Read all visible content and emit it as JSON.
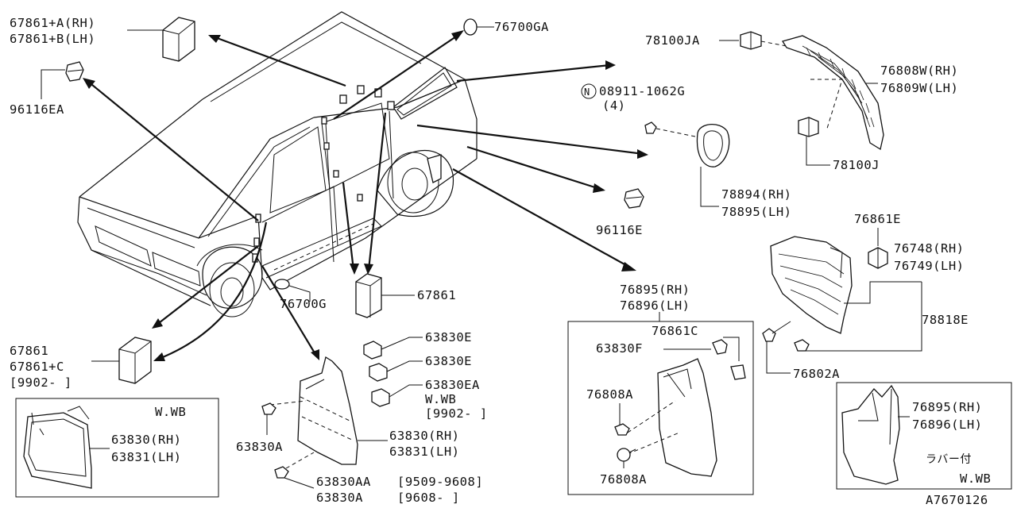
{
  "diagram_code": "A7670126",
  "labels": {
    "l67861a": "67861+A(RH)",
    "l67861b": "67861+B(LH)",
    "l96116ea": "96116EA",
    "l76700ga": "76700GA",
    "l78100ja": "78100JA",
    "l76808w": "76808W(RH)",
    "l76809w": "76809W(LH)",
    "l78100j": "78100J",
    "l08911": "08911-1062G",
    "l08911q": "(4)",
    "l08911n": "N",
    "l78894": "78894(RH)",
    "l78895": "78895(LH)",
    "l96116e": "96116E",
    "l76861e": "76861E",
    "l76748": "76748(RH)",
    "l76749": "76749(LH)",
    "l78818e": "78818E",
    "l76802a": "76802A",
    "l76700g": "76700G",
    "l67861m": "67861",
    "l67861c1": "67861",
    "l67861c2": "67861+C",
    "l9902a": "[9902-    ]",
    "l63830e1": "63830E",
    "l63830e2": "63830E",
    "l63830ea": "63830EA",
    "lwwb1": "W.WB",
    "l9902b": "[9902-      ]",
    "l63830a1": "63830A",
    "l63830rh": "63830(RH)",
    "l63831lh": "63831(LH)",
    "l63830aa": "63830AA",
    "l9509": "[9509-9608]",
    "l63830a2": "63830A",
    "l9608": "[9608-      ]",
    "l76895a": "76895(RH)",
    "l76896a": "76896(LH)",
    "l76861c": "76861C",
    "l63830f": "63830F",
    "l76808a1": "76808A",
    "l76808a2": "76808A",
    "lwwb2": "W.WB",
    "l63830rh2": "63830(RH)",
    "l63831lh2": "63831(LH)",
    "l76895b": "76895(RH)",
    "l76896b": "76896(LH)",
    "lrubber": "ラバー付",
    "lwwb3": "W.WB"
  }
}
